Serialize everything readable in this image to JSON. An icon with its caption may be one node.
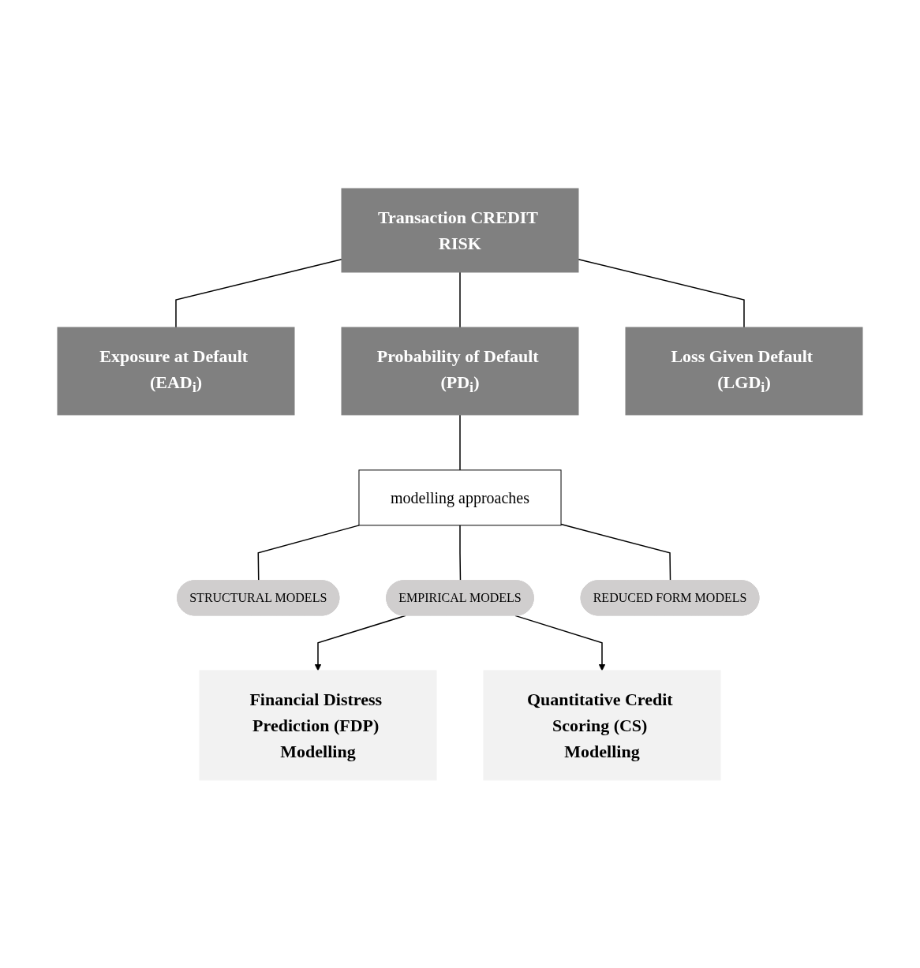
{
  "diagram": {
    "nodes": [
      {
        "text": [
          "Transaction CREDIT RISK"
        ]
      },
      {
        "text": [
          "Exposure at Default (EAD$_{i}$)"
        ]
      },
      {
        "text": [
          "Probability of Default (PD$_{i}$)"
        ]
      },
      {
        "text": [
          "Loss Given Default (LGD$_{i}$)"
        ]
      },
      {
        "text": [
          "modelling approaches"
        ]
      },
      {
        "text": [
          "STRUCTURAL MODELS"
        ]
      },
      {
        "text": [
          "EMPIRICAL MODELS"
        ]
      },
      {
        "text": [
          "REDUCED FORM MODELS"
        ]
      },
      {
        "text": [
          "Financial Distress Prediction (FDP) Modelling"
        ]
      },
      {
        "text": [
          "Quantitative Credit Scoring (CS) Modelling"
        ]
      }
    ],
    "edges": [
      {
        "from": 0,
        "to": 1,
        "arrow": "none"
      },
      {
        "from": 0,
        "to": 2,
        "arrow": "none"
      },
      {
        "from": 0,
        "to": 3,
        "arrow": "none"
      },
      {
        "from": 2,
        "to": 4,
        "arrow": "none"
      },
      {
        "from": 4,
        "to": 5,
        "arrow": "none"
      },
      {
        "from": 4,
        "to": 6,
        "arrow": "none"
      },
      {
        "from": 4,
        "to": 7,
        "arrow": "none"
      },
      {
        "from": 6,
        "to": 8,
        "arrow": "to"
      },
      {
        "from": 6,
        "to": 9,
        "arrow": "to"
      }
    ]
  }
}
